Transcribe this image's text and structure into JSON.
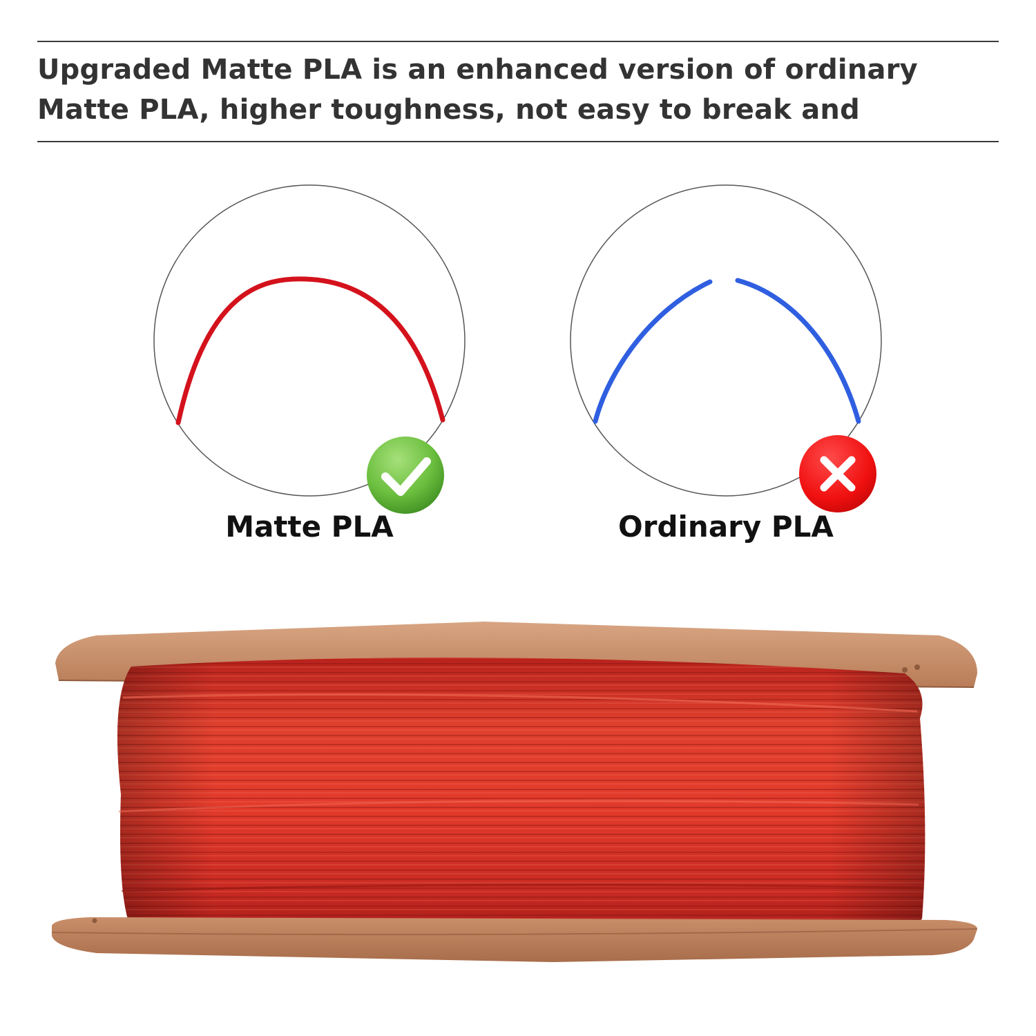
{
  "headline": {
    "line1": "Upgraded Matte PLA is an enhanced version of ordinary",
    "line2": "Matte PLA, higher toughness, not easy to break and"
  },
  "comparison": [
    {
      "label": "Matte PLA",
      "result": "pass",
      "filament_color": "#d4121c",
      "badge_color": "#6cbf3f",
      "badge_icon": "check-icon",
      "filament_state": "bent-intact"
    },
    {
      "label": "Ordinary PLA",
      "result": "fail",
      "filament_color": "#2f5fe0",
      "badge_color": "#f01010",
      "badge_icon": "cross-icon",
      "filament_state": "snapped"
    }
  ],
  "spool": {
    "filament_color": "#d8352a",
    "flange_color": "#c9916c"
  }
}
